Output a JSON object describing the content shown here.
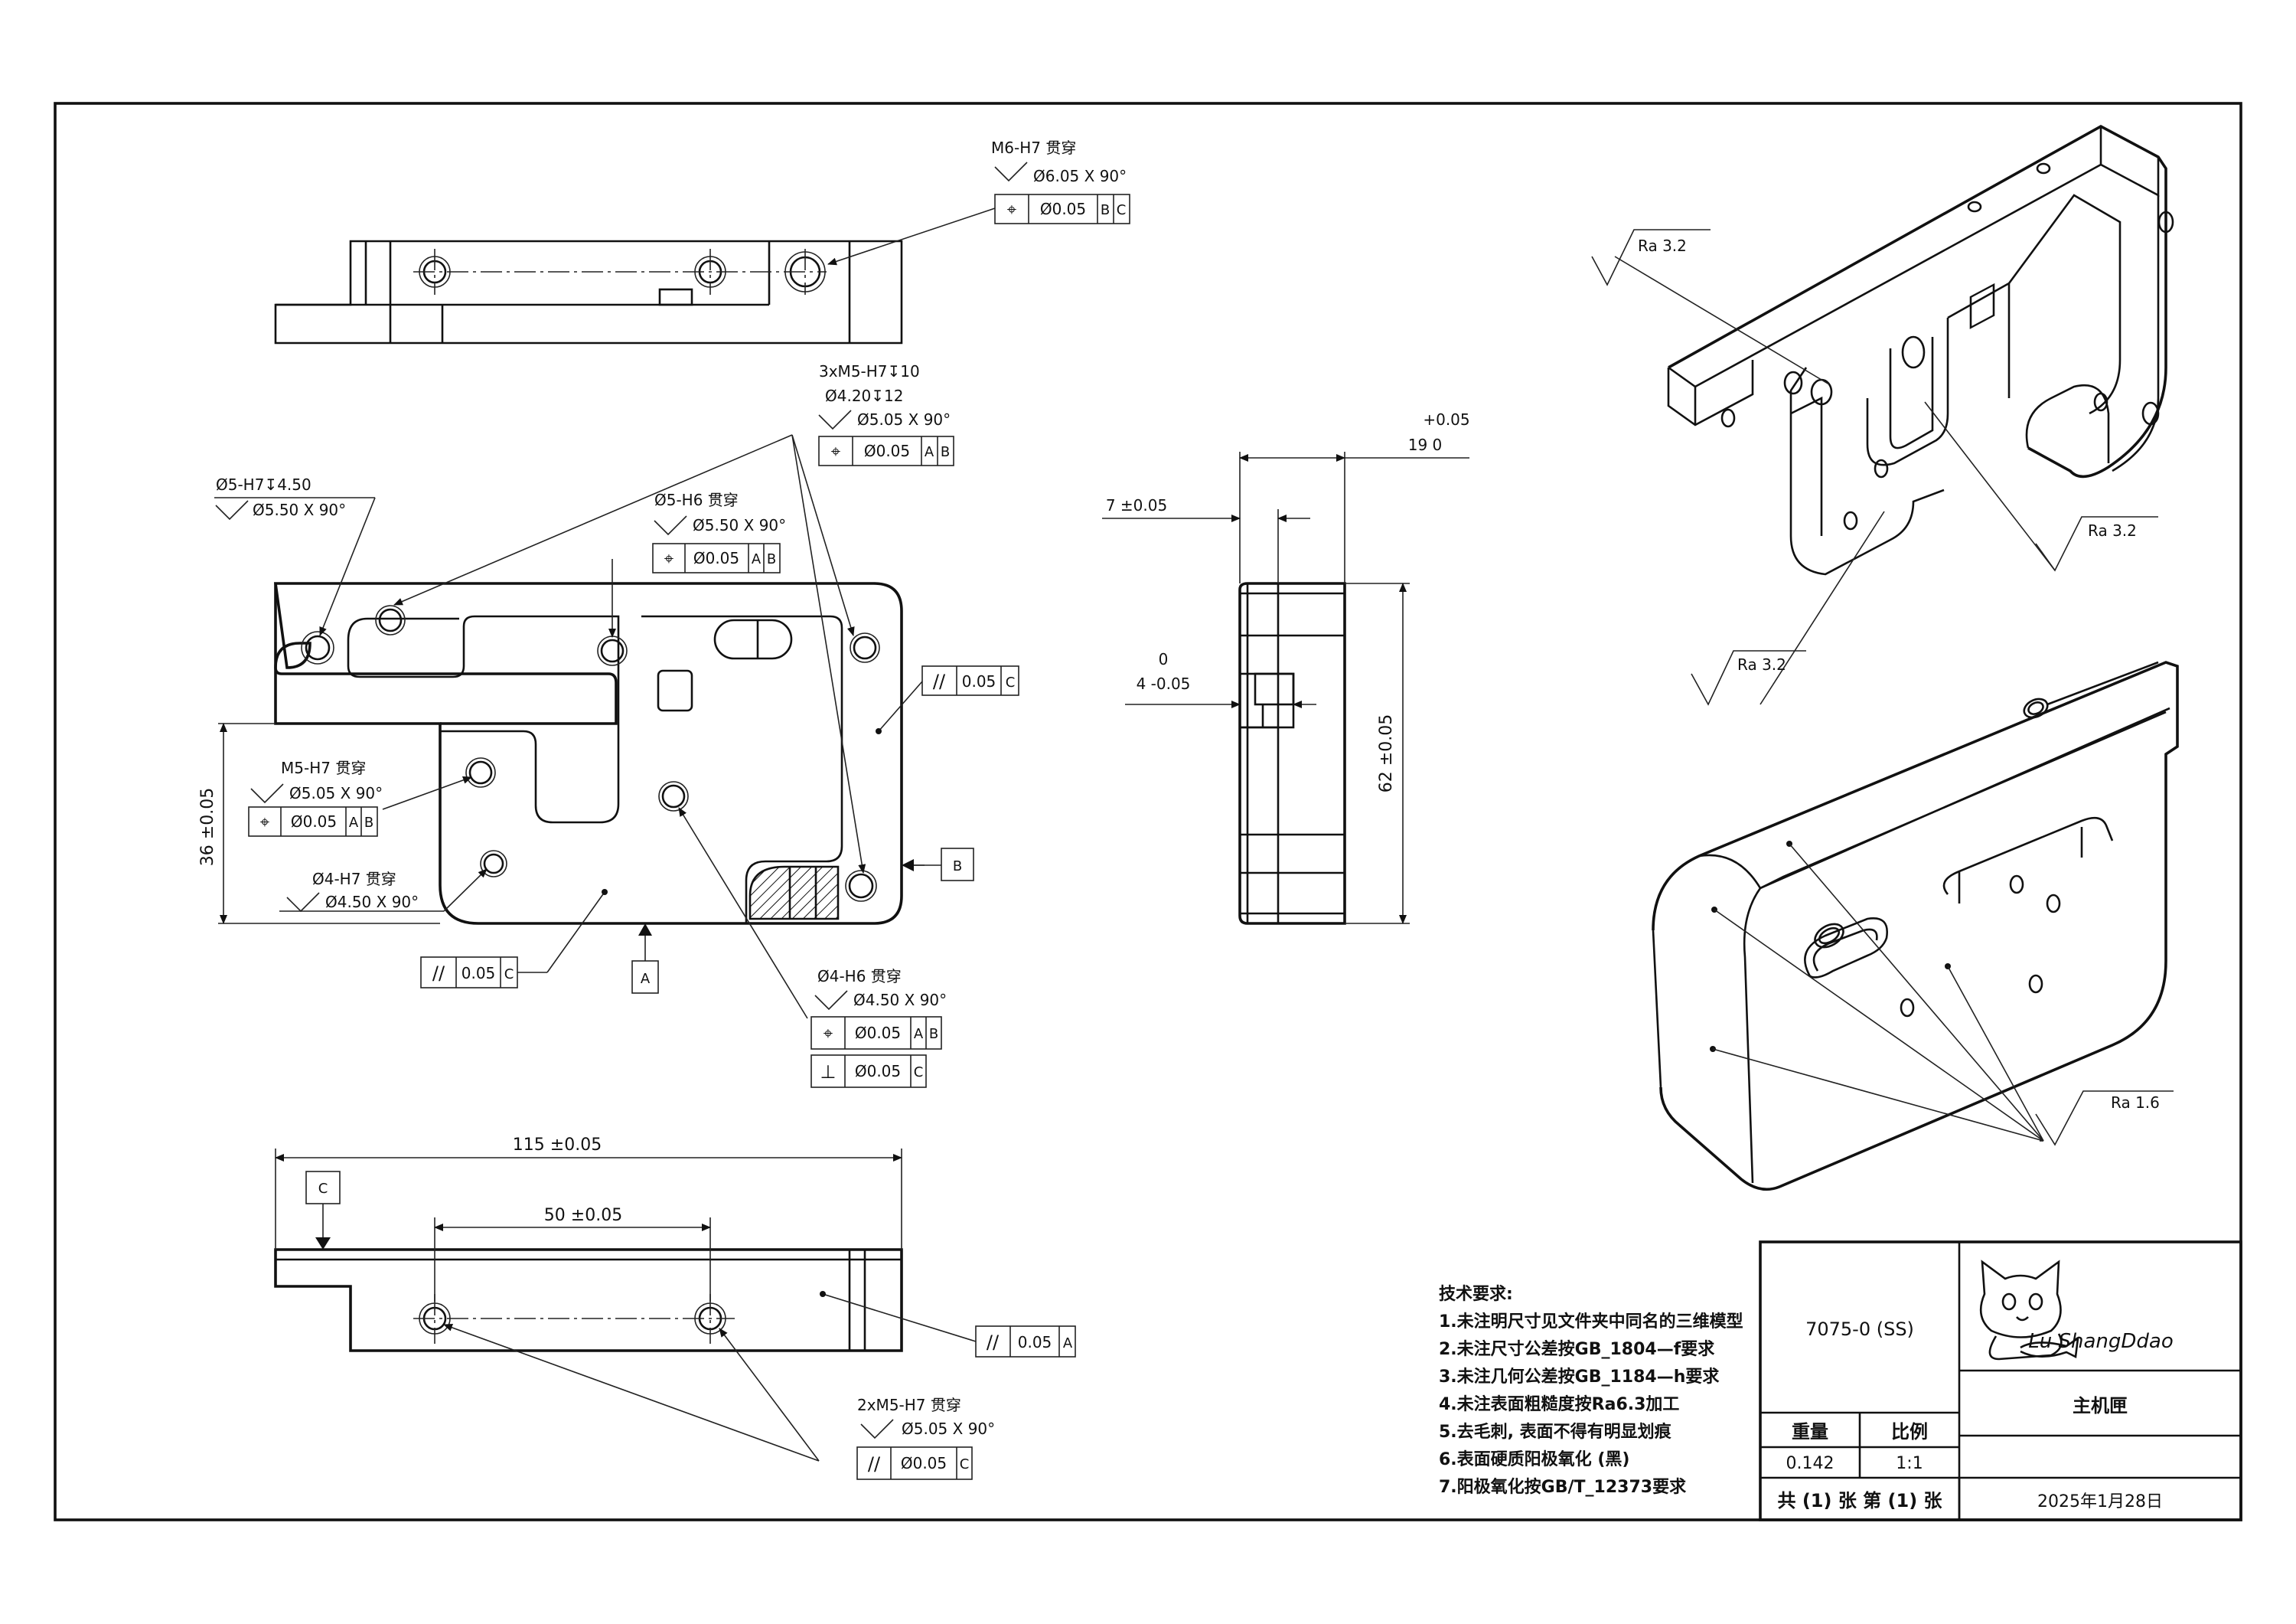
{
  "top_view": {
    "callout": {
      "line1": "M6-H7 贯穿",
      "line2": "Ø6.05 X 90°",
      "frame": [
        "⌖",
        "Ø0.05",
        "B",
        "C"
      ]
    }
  },
  "front_view": {
    "callouts": {
      "m5_3x": {
        "line1": "3xM5-H7↧10",
        "line2": "Ø4.20↧12",
        "line3": "Ø5.05 X 90°",
        "frame": [
          "⌖",
          "Ø0.05",
          "A",
          "B"
        ]
      },
      "d5_blind": {
        "line1": "Ø5-H7↧4.50",
        "line2": "Ø5.50 X 90°"
      },
      "d5_through": {
        "line1": "Ø5-H6 贯穿",
        "line2": "Ø5.50 X 90°",
        "frame": [
          "⌖",
          "Ø0.05",
          "A",
          "B"
        ]
      },
      "m5_through": {
        "line1": "M5-H7 贯穿",
        "line2": "Ø5.05 X 90°",
        "frame": [
          "⌖",
          "Ø0.05",
          "A",
          "B"
        ]
      },
      "d4_h7": {
        "line1": "Ø4-H7 贯穿",
        "line2": "Ø4.50 X 90°"
      },
      "d4_h6": {
        "line1": "Ø4-H6 贯穿",
        "line2": "Ø4.50 X 90°",
        "frame1": [
          "⌖",
          "Ø0.05",
          "A",
          "B"
        ],
        "frame2": [
          "⊥",
          "Ø0.05",
          "C"
        ]
      },
      "par_right": [
        "//",
        "0.05",
        "C"
      ],
      "par_bottom": [
        "//",
        "0.05",
        "C"
      ]
    },
    "dim_height": "36 ±0.05",
    "datum_a": "A",
    "datum_b": "B"
  },
  "side_view": {
    "dim_top_upper": "+0.05",
    "dim_top_lower": "19   0",
    "dim_7": "7 ±0.05",
    "dim_4_upper": "0",
    "dim_4_lower": "4 -0.05",
    "dim_62": "62 ±0.05"
  },
  "bottom_view": {
    "dim_115": "115 ±0.05",
    "dim_50": "50 ±0.05",
    "datum_c": "C",
    "par_right": [
      "//",
      "0.05",
      "A"
    ],
    "callout": {
      "line1": "2xM5-H7 贯穿",
      "line2": "Ø5.05 X 90°",
      "frame": [
        "//",
        "Ø0.05",
        "C"
      ]
    }
  },
  "iso_views": {
    "ra_1": "Ra  3.2",
    "ra_2": "Ra  3.2",
    "ra_3": "Ra  3.2",
    "ra_4": "Ra  1.6"
  },
  "tech_requirements": {
    "title": "技术要求:",
    "items": [
      "1.未注明尺寸见文件夹中同名的三维模型",
      "2.未注尺寸公差按GB_1804—f要求",
      "3.未注几何公差按GB_1184—h要求",
      "4.未注表面粗糙度按Ra6.3加工",
      "5.去毛刺, 表面不得有明显划痕",
      "6.表面硬质阳极氧化 (黑)",
      "7.阳极氧化按GB/T_12373要求"
    ]
  },
  "title_block": {
    "material": "7075-0 (SS)",
    "logo_text": "Lu ShangDdao",
    "part_name": "主机匣",
    "weight_label": "重量",
    "scale_label": "比例",
    "weight_value": "0.142",
    "scale_value": "1:1",
    "sheets": "共 (1) 张   第 (1) 张",
    "date": "2025年1月28日"
  }
}
